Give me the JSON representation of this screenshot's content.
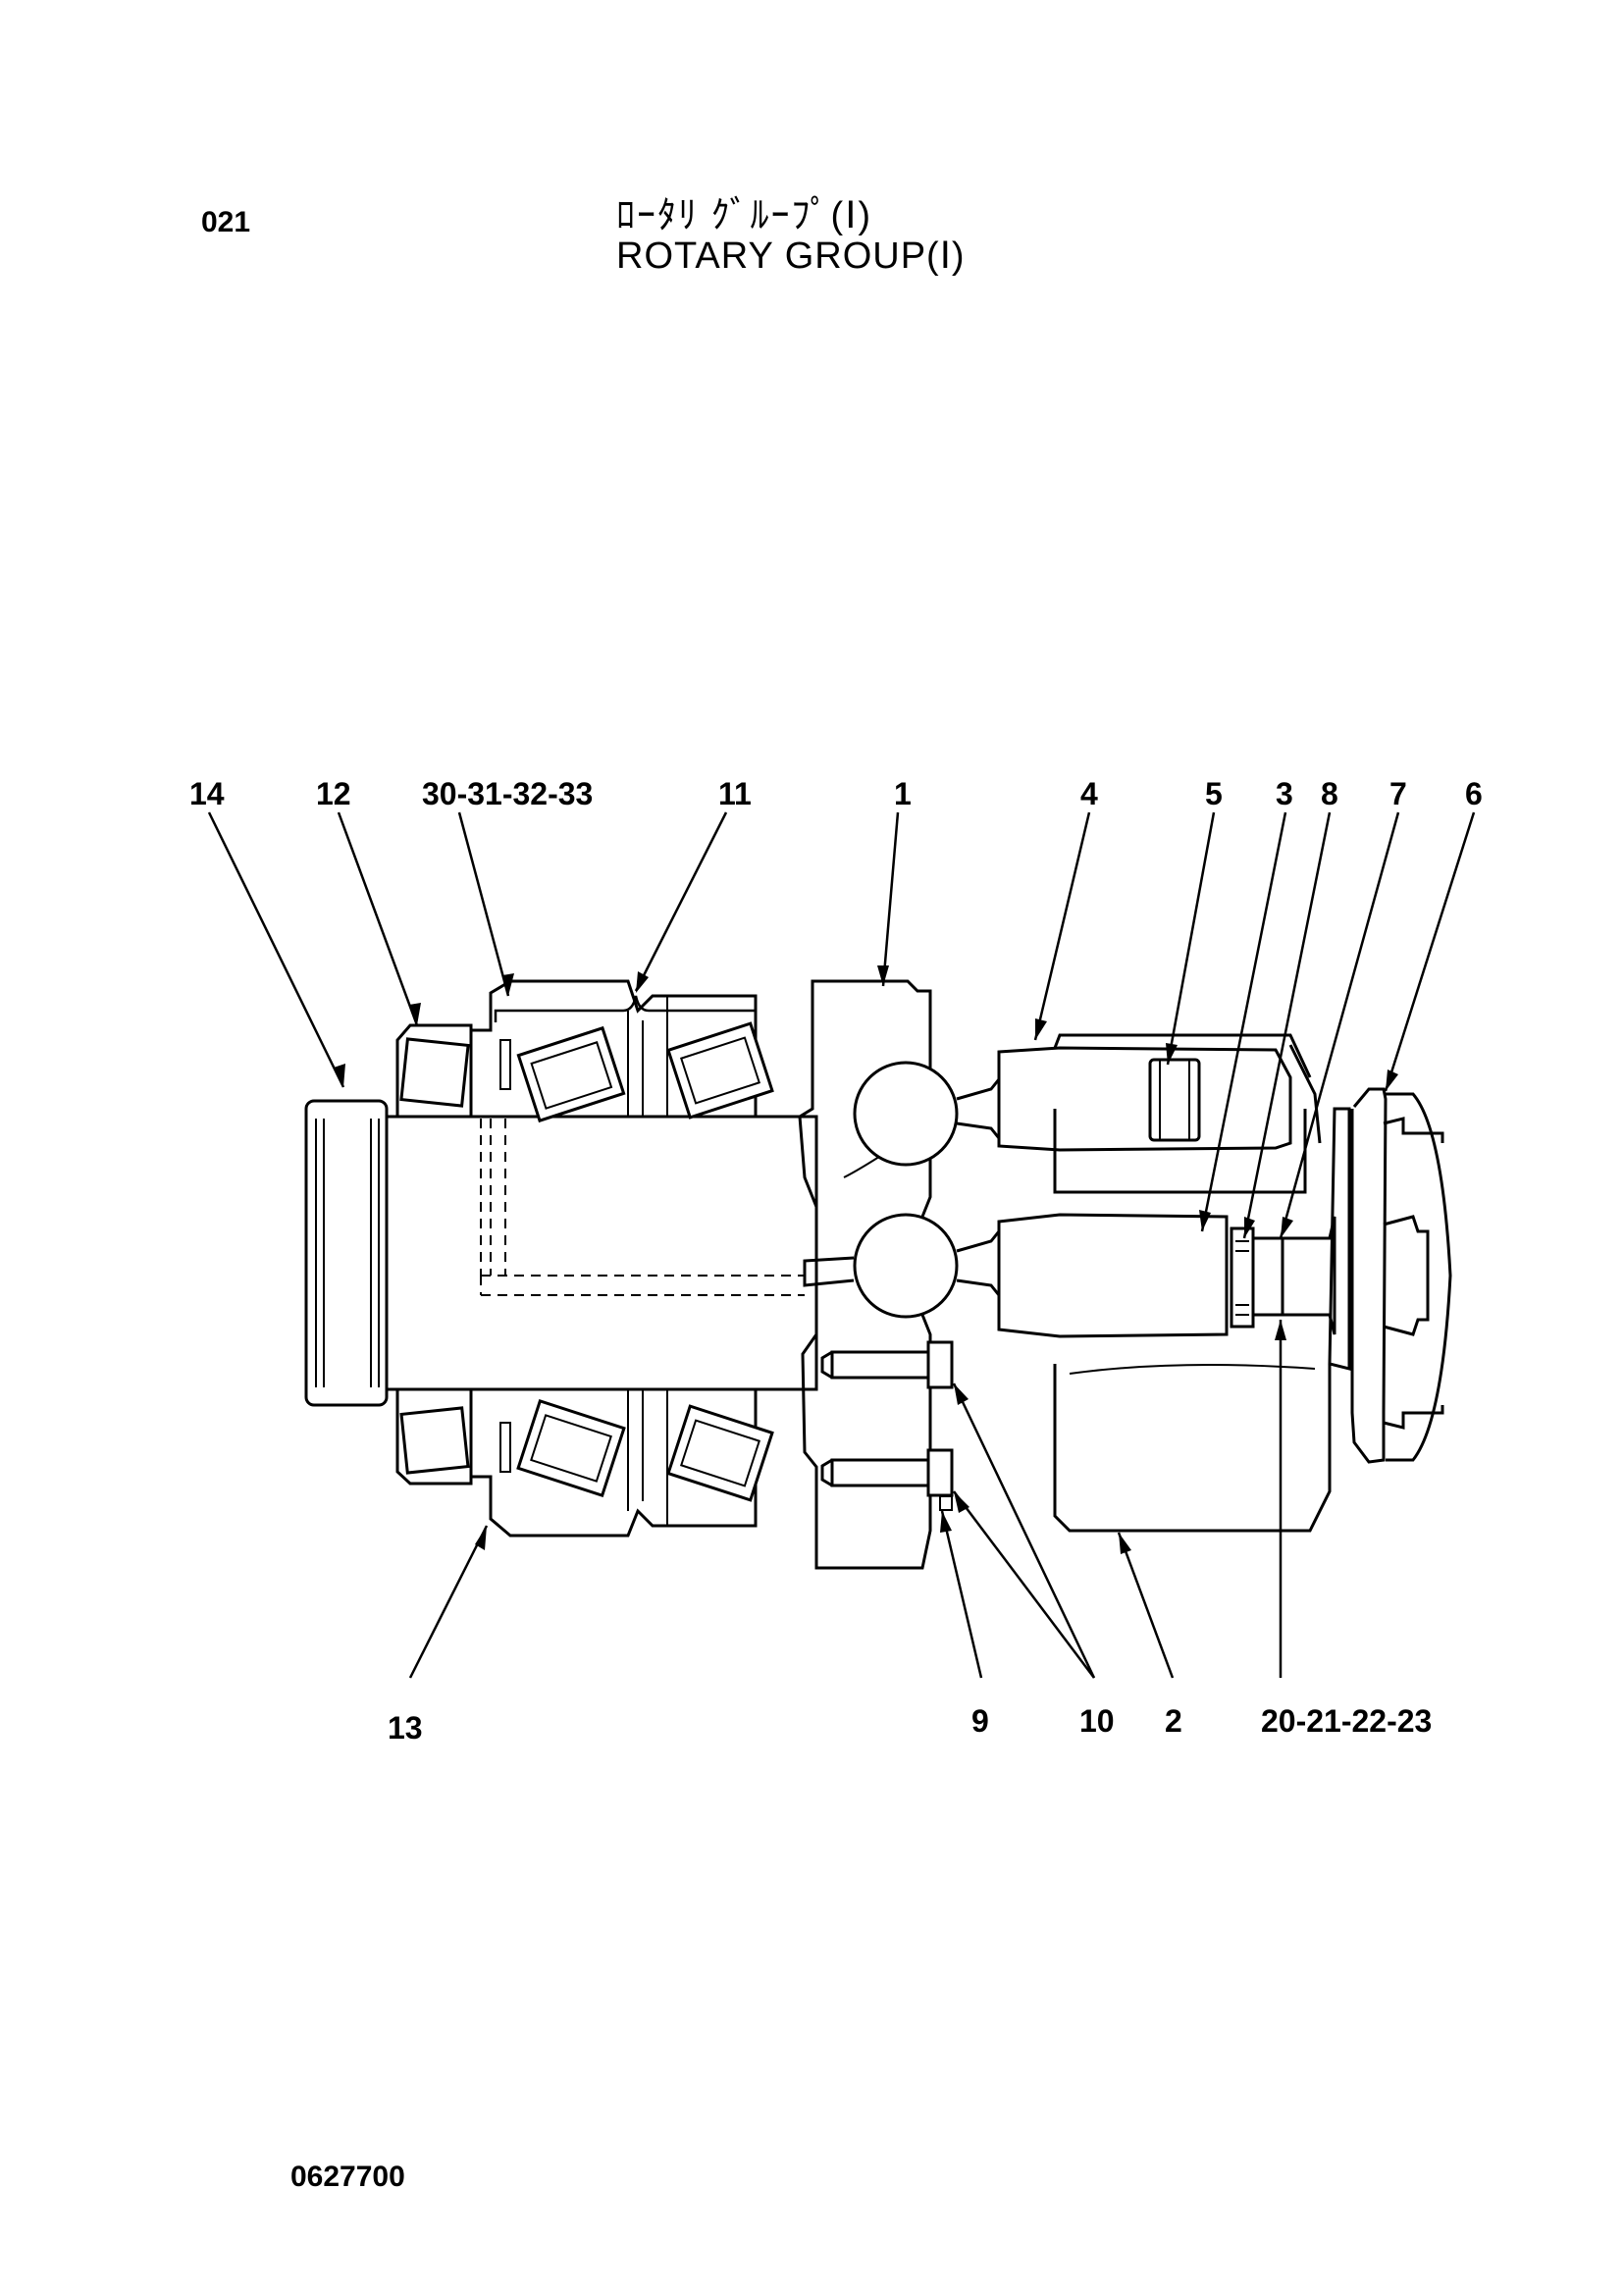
{
  "header": {
    "page_number": "021",
    "title_jp": "ﾛｰﾀﾘ ｸﾞﾙｰﾌﾟ(Ⅰ)",
    "title_en": "ROTARY GROUP(Ⅰ)"
  },
  "callouts": {
    "c14": "14",
    "c12": "12",
    "c30_33": "30-31-32-33",
    "c11": "11",
    "c1": "1",
    "c4": "4",
    "c5": "5",
    "c3": "3",
    "c8": "8",
    "c7": "7",
    "c6": "6",
    "c13": "13",
    "c9": "9",
    "c10": "10",
    "c2": "2",
    "c20_23": "20-21-22-23"
  },
  "footer": {
    "doc_code": "0627700"
  }
}
